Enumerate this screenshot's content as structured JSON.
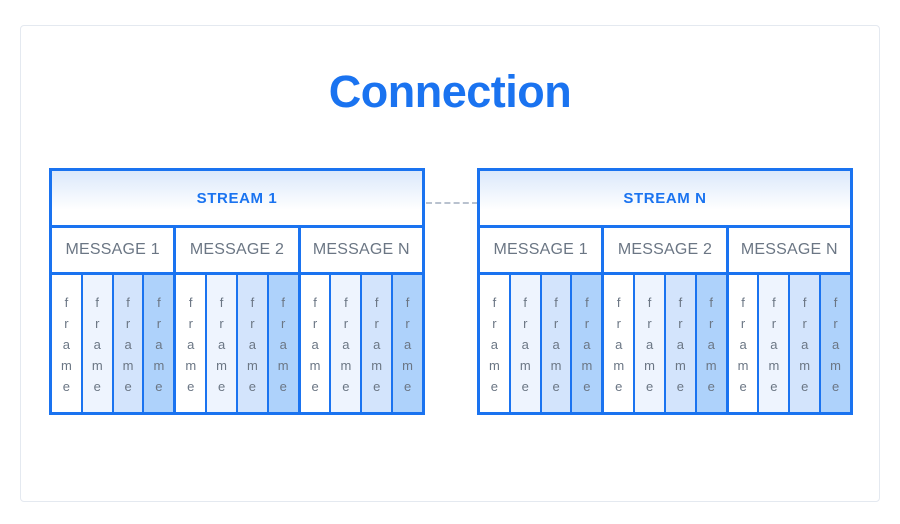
{
  "page": {
    "title": "Connection",
    "background": "#ffffff",
    "card_border_color": "#e4e9f0"
  },
  "colors": {
    "accent_blue": "#1a73f0",
    "label_gray": "#6b7684",
    "dash_gray": "#b9c2cf",
    "frame_shades": [
      "#ffffff",
      "#eef4fe",
      "#d3e4fc",
      "#aed2fb"
    ]
  },
  "connector": {
    "style": "dashed",
    "color": "#b9c2cf"
  },
  "frame_label_letters": [
    "f",
    "r",
    "a",
    "m",
    "e"
  ],
  "streams": [
    {
      "name": "STREAM 1",
      "messages": [
        {
          "label": "MESSAGE 1",
          "frames": [
            {
              "label": "frame",
              "shade": 0
            },
            {
              "label": "frame",
              "shade": 1
            },
            {
              "label": "frame",
              "shade": 2
            },
            {
              "label": "frame",
              "shade": 3
            }
          ]
        },
        {
          "label": "MESSAGE 2",
          "frames": [
            {
              "label": "frame",
              "shade": 0
            },
            {
              "label": "frame",
              "shade": 1
            },
            {
              "label": "frame",
              "shade": 2
            },
            {
              "label": "frame",
              "shade": 3
            }
          ]
        },
        {
          "label": "MESSAGE N",
          "frames": [
            {
              "label": "frame",
              "shade": 0
            },
            {
              "label": "frame",
              "shade": 1
            },
            {
              "label": "frame",
              "shade": 2
            },
            {
              "label": "frame",
              "shade": 3
            }
          ]
        }
      ]
    },
    {
      "name": "STREAM N",
      "messages": [
        {
          "label": "MESSAGE 1",
          "frames": [
            {
              "label": "frame",
              "shade": 0
            },
            {
              "label": "frame",
              "shade": 1
            },
            {
              "label": "frame",
              "shade": 2
            },
            {
              "label": "frame",
              "shade": 3
            }
          ]
        },
        {
          "label": "MESSAGE 2",
          "frames": [
            {
              "label": "frame",
              "shade": 0
            },
            {
              "label": "frame",
              "shade": 1
            },
            {
              "label": "frame",
              "shade": 2
            },
            {
              "label": "frame",
              "shade": 3
            }
          ]
        },
        {
          "label": "MESSAGE N",
          "frames": [
            {
              "label": "frame",
              "shade": 0
            },
            {
              "label": "frame",
              "shade": 1
            },
            {
              "label": "frame",
              "shade": 2
            },
            {
              "label": "frame",
              "shade": 3
            }
          ]
        }
      ]
    }
  ]
}
